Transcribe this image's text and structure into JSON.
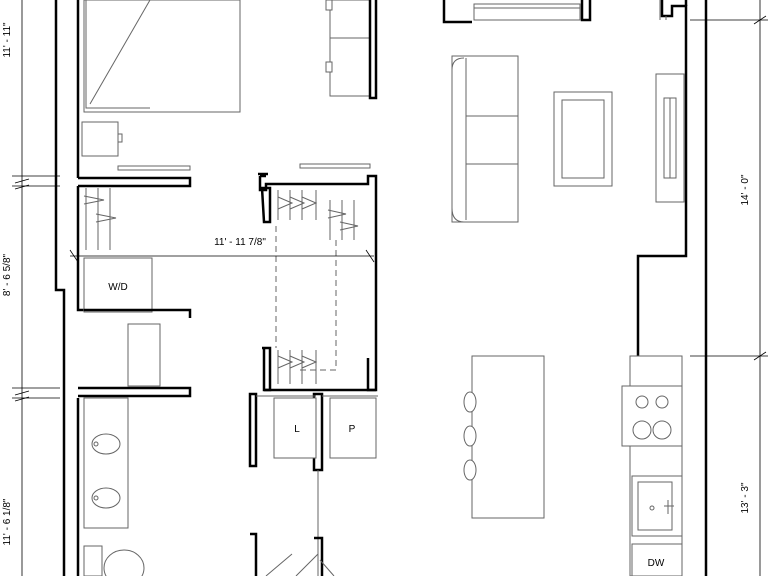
{
  "dimensions": {
    "left_top": "11' - 11\"",
    "left_middle": "8' - 6 5/8\"",
    "left_bottom": "11' - 6 1/8\"",
    "closet_width": "11' - 11 7/8\"",
    "right_top": "14' - 0\"",
    "right_bottom": "13' - 3\""
  },
  "labels": {
    "washer_dryer": "W/D",
    "linen": "L",
    "pantry": "P",
    "dishwasher": "DW"
  }
}
